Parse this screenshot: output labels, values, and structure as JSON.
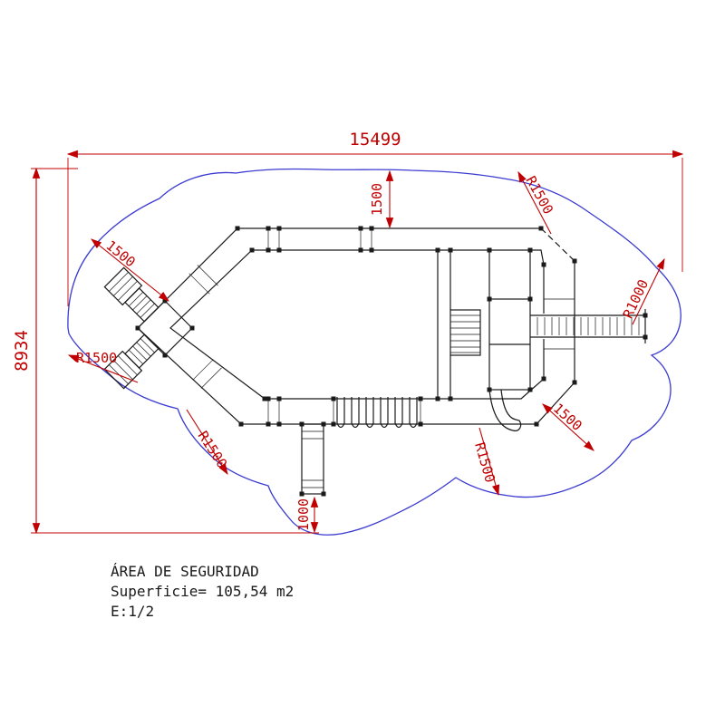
{
  "drawing": {
    "dimensions": {
      "width": "15499",
      "height": "8934",
      "top_clearance": "1500",
      "upper_left_clearance": "1500",
      "left_radius": "R1500",
      "top_right_radius": "R1500",
      "right_radius": "R1000",
      "lower_left_radius": "R1500",
      "bottom_center_radius": "R1500",
      "lower_right_clearance": "1500",
      "bottom_clearance": "1000"
    },
    "legend": {
      "area_title": "ÁREA DE SEGURIDAD",
      "surface": "Superficie= 105,54 m2",
      "scale": "E:1/2"
    },
    "colors": {
      "dimension_red": "#c00000",
      "safety_area_blue": "#3b3bd1",
      "structure_black": "#1a1a1a",
      "background": "#ffffff"
    }
  }
}
